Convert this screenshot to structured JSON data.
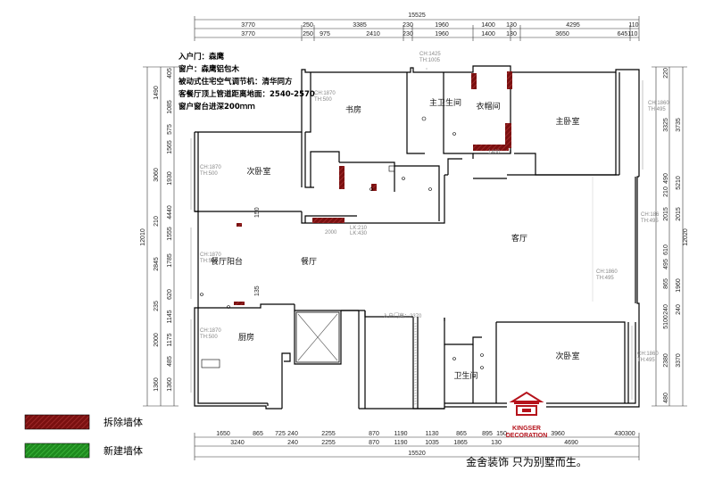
{
  "dims": {
    "top_total": "15525",
    "top_row1": [
      "3770",
      "250",
      "3385",
      "230",
      "1960",
      "1400",
      "130",
      "4295",
      "110"
    ],
    "top_row2": [
      "3770",
      "250",
      "975",
      "2410",
      "230",
      "1960",
      "1400",
      "130",
      "3650",
      "645110"
    ],
    "left_total": "12010",
    "left_row1": [
      "1490",
      "3060",
      "210",
      "2845",
      "235",
      "2000",
      "1360"
    ],
    "left_row2": [
      "405",
      "1085",
      "575",
      "1565",
      "1930",
      "4440",
      "1555",
      "1785",
      "620",
      "1145",
      "1175",
      "485",
      "1360"
    ],
    "right_total": "12020",
    "right_row1": [
      "220",
      "3325",
      "490",
      "210",
      "2015",
      "610",
      "495",
      "865",
      "240",
      "5100",
      "2380",
      "480"
    ],
    "right_row2": [
      "3735",
      "5210",
      "2015",
      "1960",
      "240",
      "3370"
    ],
    "bottom_row1": [
      "1650",
      "865",
      "725",
      "240",
      "2255",
      "870",
      "1190",
      "1130",
      "865",
      "895",
      "150",
      "3960",
      "430300"
    ],
    "bottom_row2": [
      "3240",
      "240",
      "2255",
      "870",
      "1190",
      "1035",
      "1865",
      "130",
      "4690"
    ],
    "bottom_total": "15520"
  },
  "notes": [
    "入户门：森鹰",
    "窗户：森鹰铝包木",
    "被动式住宅空气调节机：清华同方",
    "客餐厅顶上管道距离地面：2540-2570",
    "窗户窗台进深200ｍｍ"
  ],
  "plan": {
    "rooms": {
      "study": "书房",
      "master_bath": "主卫生间",
      "cloakroom": "衣帽间",
      "master_bedroom": "主卧室",
      "second_bedroom_1": "次卧室",
      "dining_balcony": "餐厅阳台",
      "dining": "餐厅",
      "living": "客厅",
      "kitchen": "厨房",
      "bathroom": "卫生间",
      "second_bedroom_2": "次卧室"
    },
    "ch": {
      "c1a": "CH:1425",
      "c1b": "TH:1005",
      "c2a": "CH:1870",
      "c2b": "TH:500",
      "c3a": "CH:1870",
      "c3b": "TH:500",
      "c4a": "CH:1870",
      "c4b": "TH:500",
      "c5a": "CH:1870",
      "c5b": "TH:500",
      "c6a": "CH:1860",
      "c6b": "TH:495",
      "c7a": "CH:186",
      "c7b": "TH:495",
      "c8a": "CH:1860",
      "c8b": "TH:495",
      "c9a": "CH:1860",
      "c9b": "TH:495"
    },
    "notes": {
      "lk1": "",
      "lk2": "LK:210",
      "lk3": "LK:430",
      "small_dim": "1400",
      "lk_sm": "2000",
      "entrance_height": "入户门高：2370",
      "n150": "150",
      "n135": "135"
    }
  },
  "legend": {
    "demolish": "拆除墙体",
    "new_wall": "新建墙体"
  },
  "brand": {
    "name": "KINGSER",
    "sub": "DECORATION",
    "slogan": "金舍装饰 只为别墅而生。"
  }
}
